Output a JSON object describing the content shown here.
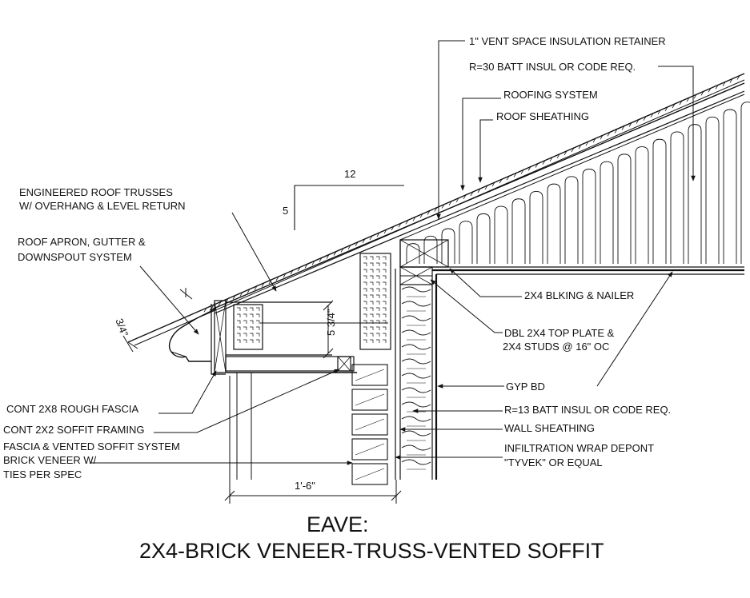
{
  "title": {
    "main": "EAVE:",
    "sub": "2X4-BRICK VENEER-TRUSS-VENTED SOFFIT"
  },
  "labels": {
    "vent_space": "1\" VENT SPACE INSULATION RETAINER",
    "r30": "R=30 BATT INSUL OR CODE REQ.",
    "roofing": "ROOFING SYSTEM",
    "roof_sheathing": "ROOF SHEATHING",
    "trusses_1": "ENGINEERED ROOF TRUSSES",
    "trusses_2": "W/ OVERHANG & LEVEL RETURN",
    "apron_1": "ROOF APRON, GUTTER &",
    "apron_2": "DOWNSPOUT SYSTEM",
    "blocking": "2X4 BLKING & NAILER",
    "top_plate_1": "DBL 2X4 TOP PLATE &",
    "top_plate_2": "2X4 STUDS @ 16\" OC",
    "gyp": "GYP BD",
    "r13": "R=13 BATT INSUL OR CODE REQ.",
    "wall_sheathing": "WALL SHEATHING",
    "wrap_1": "INFILTRATION WRAP DEPONT",
    "wrap_2": "\"TYVEK\" OR EQUAL",
    "fascia": "CONT 2X8 ROUGH FASCIA",
    "soffit_framing": "CONT 2X2 SOFFIT FRAMING",
    "soffit_system": "FASCIA & VENTED SOFFIT SYSTEM",
    "brick_1": "BRICK VENEER W/",
    "brick_2": "TIES PER SPEC"
  },
  "dimensions": {
    "slope_run": "12",
    "slope_rise": "5",
    "heel": "3/4\"",
    "depth": "5 3/4\"",
    "overhang": "1'-6\""
  }
}
